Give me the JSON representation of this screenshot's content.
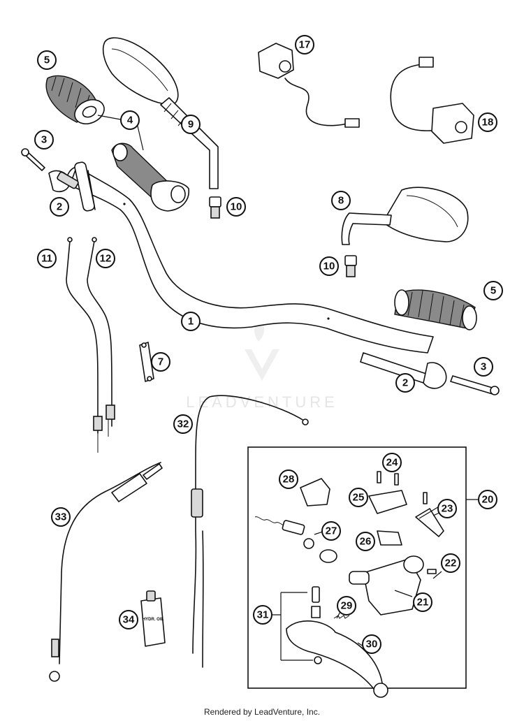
{
  "watermark": {
    "brand": "LEADVENTURE"
  },
  "footer": {
    "credit": "Rendered by LeadVenture, Inc."
  },
  "container": {
    "label": "HYDR. OIL"
  },
  "callouts": {
    "c1": "1",
    "c2a": "2",
    "c2b": "2",
    "c3a": "3",
    "c3b": "3",
    "c4": "4",
    "c5a": "5",
    "c5b": "5",
    "c7": "7",
    "c8": "8",
    "c9": "9",
    "c10a": "10",
    "c10b": "10",
    "c11": "11",
    "c12": "12",
    "c17": "17",
    "c18": "18",
    "c20": "20",
    "c21": "21",
    "c22": "22",
    "c23": "23",
    "c24": "24",
    "c25": "25",
    "c26": "26",
    "c27": "27",
    "c28": "28",
    "c29": "29",
    "c30": "30",
    "c31": "31",
    "c32": "32",
    "c33": "33",
    "c34": "34"
  }
}
